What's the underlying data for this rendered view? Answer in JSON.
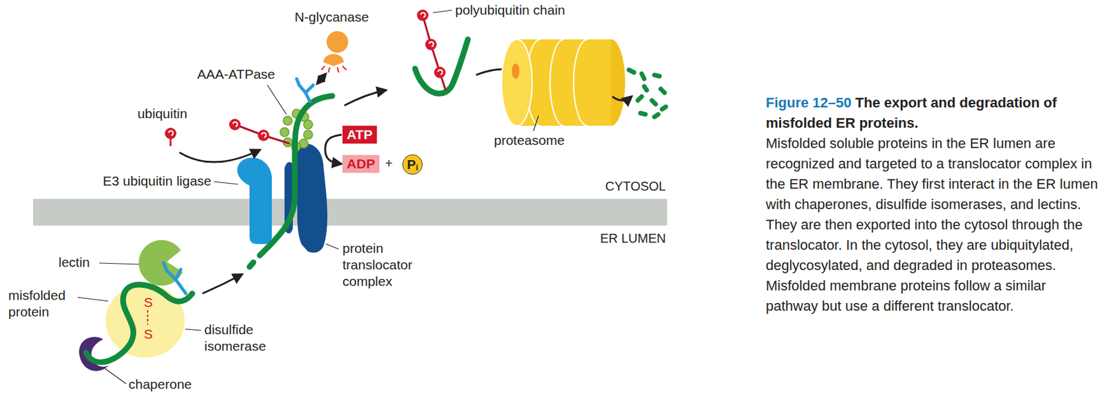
{
  "diagram": {
    "title": "The export and degradation of misfolded ER proteins.",
    "caption": "Misfolded soluble proteins in the ER lumen are recognized and targeted to a translocator complex in the ER membrane. They first interact in the ER lumen with chaperones, disulfide isomerases, and lectins. They are then exported into the cytosol through the translocator. In the cytosol, they are ubiquitylated, deglycosylated, and degraded in proteasomes. Misfolded membrane proteins follow a similar pathway but use a different translocator.",
    "nodes": [
      {
        "text": [
          "ATP"
        ]
      },
      {
        "text": [
          "ADP"
        ]
      },
      {
        "text": [
          "P",
          "i"
        ]
      }
    ],
    "edges": [
      {
        "from": 0,
        "to": 1,
        "arrow": "to"
      }
    ],
    "labels": [
      "N-glycanase",
      "polyubiquitin chain",
      "AAA-ATPase",
      "ubiquitin",
      "+",
      "proteasome",
      "E3 ubiquitin ligase",
      "CYTOSOL",
      "ER LUMEN",
      "protein translocator complex",
      "lectin",
      "S",
      "S",
      "misfolded protein",
      "disulfide isomerase",
      "chaperone",
      "Figure 12–50"
    ]
  }
}
